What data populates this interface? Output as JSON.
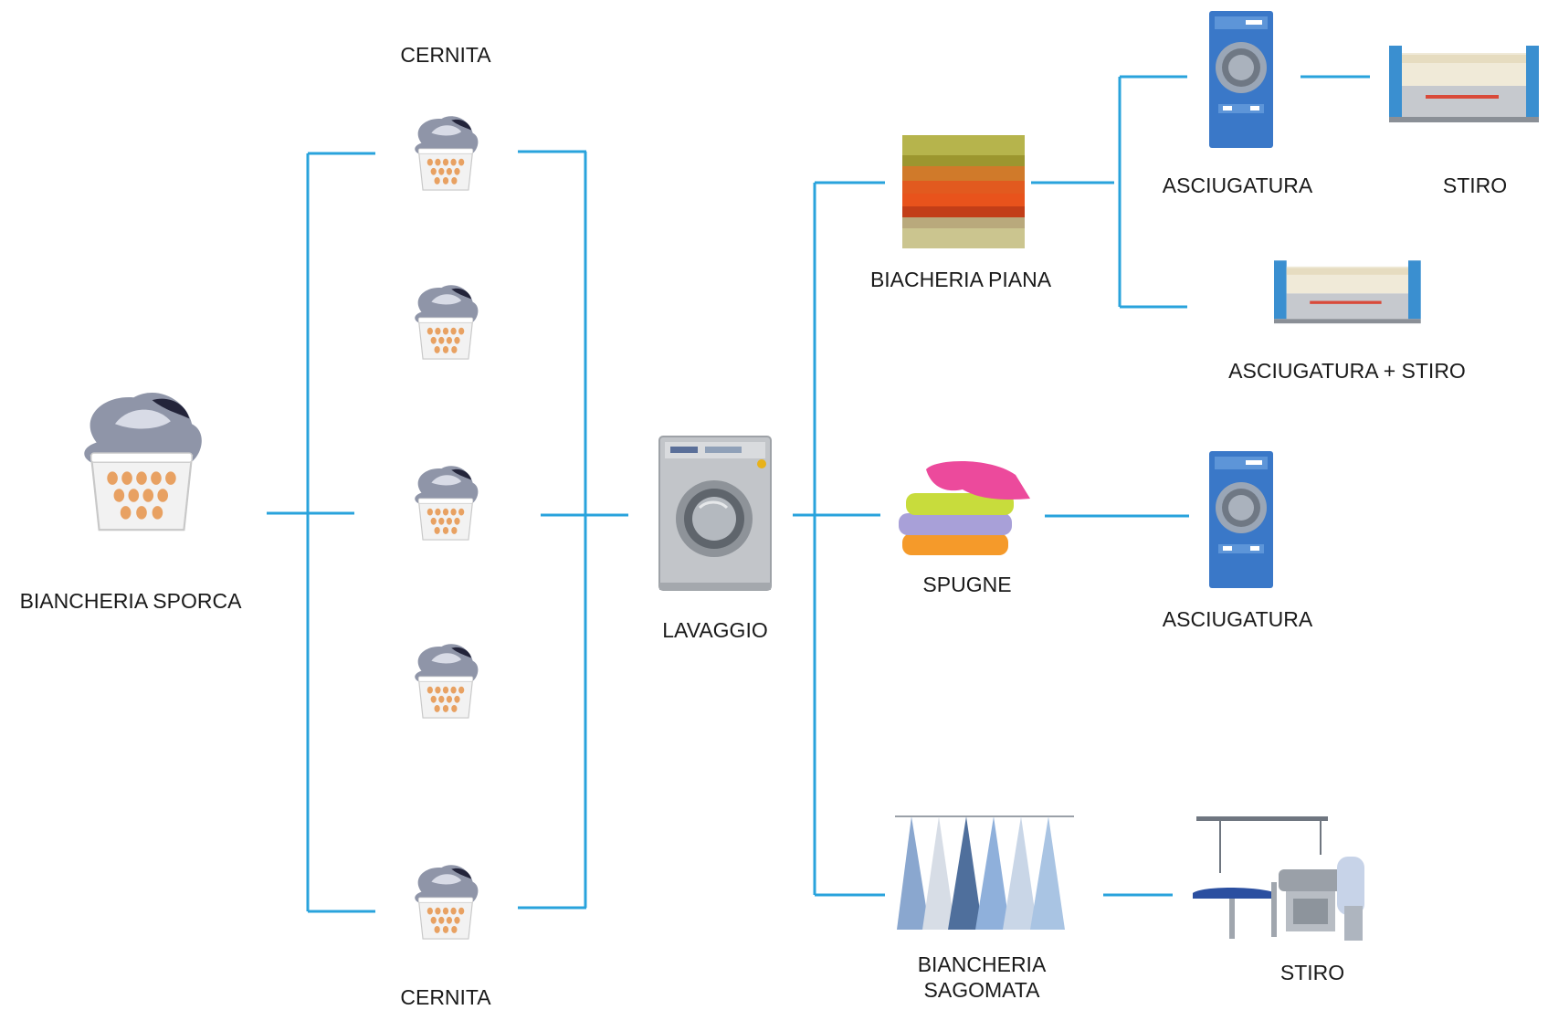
{
  "labels": {
    "dirty_laundry": "BIANCHERIA SPORCA",
    "sorting_top": "CERNITA",
    "sorting_bottom": "CERNITA",
    "washing": "LAVAGGIO",
    "flat_linen": "BIACHERIA PIANA",
    "towels": "SPUGNE",
    "shaped_linen_line1": "BIANCHERIA",
    "shaped_linen_line2": "SAGOMATA",
    "drying_top": "ASCIUGATURA",
    "ironing_top": "STIRO",
    "drying_ironing": "ASCIUGATURA + STIRO",
    "drying_towels": "ASCIUGATURA",
    "ironing_shaped": "STIRO"
  },
  "colors": {
    "connector": "#29a3dc",
    "machine_blue": "#3a78c8",
    "steel": "#b9bcc0"
  },
  "icons": {
    "dirty_laundry": "laundry-basket-icon",
    "sorting": "laundry-basket-icon",
    "washing": "washing-machine-icon",
    "flat_linen": "folded-linen-icon",
    "towels": "folded-towels-icon",
    "shaped_linen": "hanging-shirts-icon",
    "dryer": "tumble-dryer-icon",
    "ironer": "flatwork-ironer-icon",
    "ironing_table": "ironing-station-icon"
  }
}
